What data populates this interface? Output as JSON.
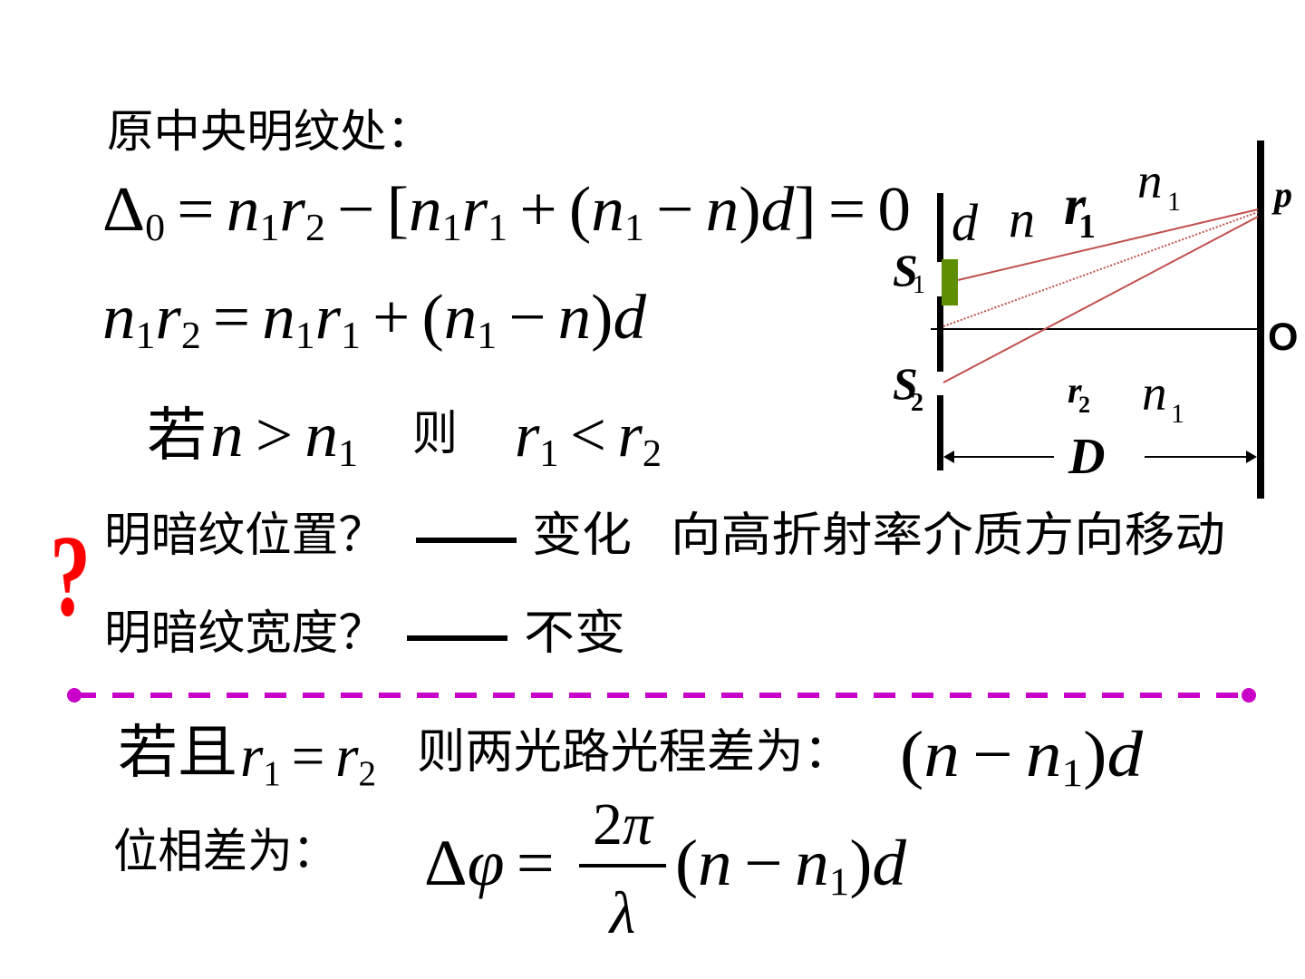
{
  "slide": {
    "heading": "原中央明纹处：",
    "eq_delta0": [
      [
        "Δ",
        "r"
      ],
      [
        "0",
        "sub"
      ],
      [
        "=",
        "op"
      ],
      [
        "n",
        "i"
      ],
      [
        "1",
        "sub"
      ],
      [
        "r",
        "i"
      ],
      [
        "2",
        "sub"
      ],
      [
        "−",
        "op"
      ],
      [
        "[",
        "r"
      ],
      [
        "n",
        "i"
      ],
      [
        "1",
        "sub"
      ],
      [
        "r",
        "i"
      ],
      [
        "1",
        "sub"
      ],
      [
        "+",
        "op"
      ],
      [
        "(",
        "r"
      ],
      [
        "n",
        "i"
      ],
      [
        "1",
        "sub"
      ],
      [
        "−",
        "op"
      ],
      [
        "n",
        "i"
      ],
      [
        ")",
        "r"
      ],
      [
        "d",
        "i"
      ],
      [
        "]",
        "r"
      ],
      [
        "=",
        "op"
      ],
      [
        "0",
        "r"
      ]
    ],
    "eq_condition": [
      [
        "n",
        "i"
      ],
      [
        "1",
        "sub"
      ],
      [
        "r",
        "i"
      ],
      [
        "2",
        "sub"
      ],
      [
        "=",
        "op"
      ],
      [
        "n",
        "i"
      ],
      [
        "1",
        "sub"
      ],
      [
        "r",
        "i"
      ],
      [
        "1",
        "sub"
      ],
      [
        "+",
        "op"
      ],
      [
        "(",
        "r"
      ],
      [
        "n",
        "i"
      ],
      [
        "1",
        "sub"
      ],
      [
        "−",
        "op"
      ],
      [
        "n",
        "i"
      ],
      [
        ")",
        "r"
      ],
      [
        "d",
        "i"
      ]
    ],
    "inference": {
      "if_label": "若",
      "lhs": [
        [
          "n",
          "i"
        ],
        [
          ">",
          "op"
        ],
        [
          "n",
          "i"
        ],
        [
          "1",
          "sub"
        ]
      ],
      "then_label": "则",
      "rhs": [
        [
          "r",
          "i"
        ],
        [
          "1",
          "sub"
        ],
        [
          "<",
          "op"
        ],
        [
          "r",
          "i"
        ],
        [
          "2",
          "sub"
        ]
      ]
    },
    "fringe_questions": [
      {
        "question": "明暗纹位置？",
        "dash": "——",
        "answer": "变化",
        "detail": "向高折射率介质方向移动"
      },
      {
        "question": "明暗纹宽度？",
        "dash": "——",
        "answer": "不变"
      }
    ],
    "question_mark": "?",
    "path_difference": {
      "if_label": "若且",
      "premise": [
        [
          "r",
          "i"
        ],
        [
          "1",
          "sub"
        ],
        [
          "=",
          "op"
        ],
        [
          "r",
          "i"
        ],
        [
          "2",
          "sub"
        ]
      ],
      "label": "则两光路光程差为：",
      "value": [
        [
          "(",
          "r"
        ],
        [
          "n",
          "i"
        ],
        [
          "−",
          "op"
        ],
        [
          "n",
          "i"
        ],
        [
          "1",
          "sub"
        ],
        [
          ")",
          "r"
        ],
        [
          "d",
          "i"
        ]
      ]
    },
    "phase_difference": {
      "label": "位相差为：",
      "lhs": [
        [
          "Δ",
          "r"
        ],
        [
          "φ",
          "i"
        ],
        [
          "=",
          "op"
        ]
      ],
      "numerator": [
        [
          "2",
          "r"
        ],
        [
          "π",
          "i"
        ]
      ],
      "denominator": [
        [
          "λ",
          "i"
        ]
      ],
      "rhs": [
        [
          "(",
          "r"
        ],
        [
          "n",
          "i"
        ],
        [
          "−",
          "op"
        ],
        [
          "n",
          "i"
        ],
        [
          "1",
          "sub"
        ],
        [
          ")",
          "r"
        ],
        [
          "d",
          "i"
        ]
      ]
    }
  },
  "diagram": {
    "film_thickness": "d",
    "film_index": "n",
    "ray1": {
      "main": "r",
      "sub": "1"
    },
    "medium_top": {
      "main": "n",
      "sub": "1"
    },
    "point_p": "p",
    "origin": "O",
    "slit1": {
      "main": "S",
      "sub": "1"
    },
    "slit2": {
      "main": "S",
      "sub": "2"
    },
    "ray2": {
      "main": "r",
      "sub": "2"
    },
    "medium_bottom": {
      "main": "n",
      "sub": "1"
    },
    "distance": "D"
  },
  "colors": {
    "text": "#000000",
    "separator": "#c800c8",
    "ray": "#c0504d",
    "film": "#5f8f00",
    "question_mark": "#ff0000"
  }
}
